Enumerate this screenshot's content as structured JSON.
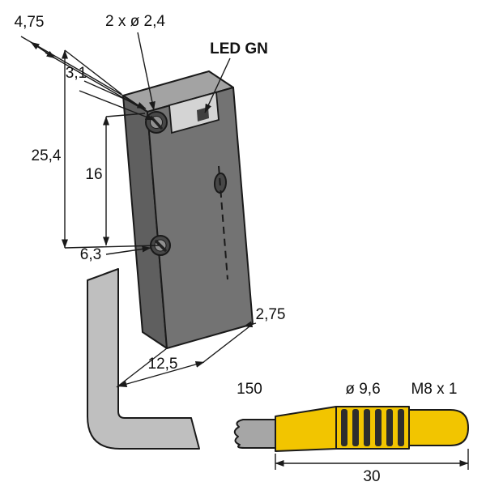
{
  "drawing": {
    "labels": {
      "top_depth": "4,75",
      "mount_holes": "2 x ø 2,4",
      "led": "LED GN",
      "hole_edge_offset": "3,1",
      "body_height": "25,4",
      "hole_spacing": "16",
      "lower_hole_offset": "6,3",
      "body_thickness": "2,75",
      "body_width": "12,5",
      "cable_length": "150",
      "cable_diameter": "ø 9,6",
      "connector_thread": "M8 x 1",
      "connector_length": "30"
    },
    "colors": {
      "background": "#ffffff",
      "line": "#1a1a1a",
      "body_front": "#737373",
      "body_top": "#a3a3a3",
      "body_side": "#5f5f5f",
      "hole_dark": "#474747",
      "hole_inner": "#919191",
      "led_window": "#d4d4d4",
      "led_slot": "#3f3f3f",
      "band_gray": "#bfbfbf",
      "cable_gray": "#a6a6a6",
      "connector_yellow": "#f2c500",
      "rib_dark": "#2d2d2d"
    }
  }
}
